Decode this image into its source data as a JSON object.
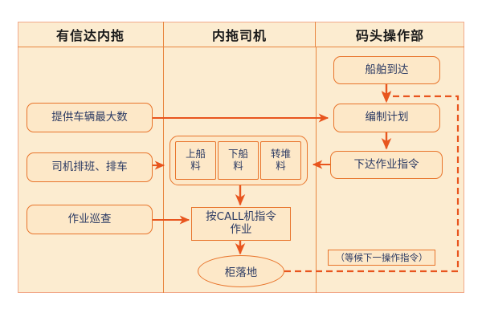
{
  "diagram": {
    "title": "",
    "palette": {
      "lane_fill": "#fcecd0",
      "node_fill": "#fde8c8",
      "node_stroke": "#e8742b",
      "frame_stroke": "#f2a98a",
      "divider_stroke": "#e8863f",
      "text_color": "#2b3a63",
      "header_text_color": "#1a1a1a",
      "connector_color": "#e8551e"
    },
    "lanes": [
      {
        "id": "lane-youxinda",
        "label": "有信达内拖"
      },
      {
        "id": "lane-driver",
        "label": "内拖司机"
      },
      {
        "id": "lane-wharf",
        "label": "码头操作部"
      }
    ],
    "nodes": {
      "provide_max_vehicles": "提供车辆最大数",
      "driver_schedule": "司机排班、排车",
      "operation_patrol": "作业巡查",
      "load_material": "上船\n料",
      "unload_material": "下船\n料",
      "transfer_material": "转堆\n料",
      "call_machine_work": "按CALL机指令\n作业",
      "container_landed": "柜落地",
      "ship_arrival": "船舶到达",
      "make_plan": "编制计划",
      "issue_work_order": "下达作业指令",
      "wait_next_command": "（等候下一操作指令）"
    },
    "node_lines": {
      "load_material": [
        "上船",
        "料"
      ],
      "unload_material": [
        "下船",
        "料"
      ],
      "transfer_material": [
        "转堆",
        "料"
      ],
      "call_machine_work": [
        "按CALL机指令",
        "作业"
      ]
    },
    "edges": [
      {
        "from": "provide_max_vehicles",
        "to": "make_plan",
        "style": "solid",
        "direction": "right"
      },
      {
        "from": "driver_schedule",
        "to": "material_group",
        "style": "solid",
        "direction": "right"
      },
      {
        "from": "issue_work_order",
        "to": "material_group",
        "style": "solid",
        "direction": "left"
      },
      {
        "from": "ship_arrival",
        "to": "make_plan",
        "style": "solid",
        "direction": "down"
      },
      {
        "from": "make_plan",
        "to": "issue_work_order",
        "style": "solid",
        "direction": "down"
      },
      {
        "from": "material_group",
        "to": "call_machine_work",
        "style": "solid",
        "direction": "down"
      },
      {
        "from": "operation_patrol",
        "to": "call_machine_work",
        "style": "solid",
        "direction": "right"
      },
      {
        "from": "call_machine_work",
        "to": "container_landed",
        "style": "solid",
        "direction": "down"
      },
      {
        "from": "container_landed",
        "to": "make_plan",
        "style": "dashed",
        "direction": "feedback",
        "label": "（等候下一操作指令）"
      }
    ]
  }
}
